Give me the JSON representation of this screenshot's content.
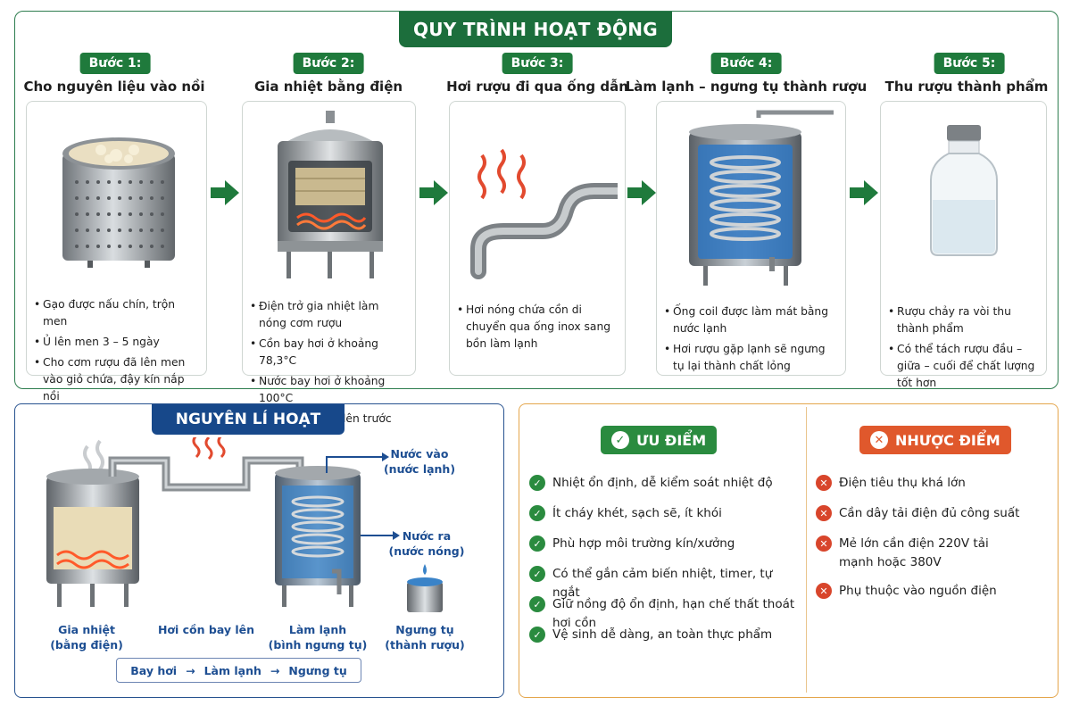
{
  "process": {
    "title": "QUY TRÌNH HOẠT ĐỘNG",
    "steps": [
      {
        "badge": "Bước 1:",
        "title": "Cho nguyên liệu vào nồi",
        "bullets": [
          "Gạo được nấu chín, trộn men",
          "Ủ lên men 3 – 5 ngày",
          "Cho cơm rượu đã lên men vào giỏ chứa, đậy kín nắp nồi"
        ]
      },
      {
        "badge": "Bước 2:",
        "title": "Gia nhiệt bằng điện",
        "bullets": [
          "Điện trở gia nhiệt làm nóng cơm rượu",
          "Cồn bay hơi ở khoảng 78,3°C",
          "Nước bay hơi ở khoảng 100°C",
          "Hơi cồn sẽ bốc lên trước"
        ]
      },
      {
        "badge": "Bước 3:",
        "title": "Hơi rượu đi qua ống dẫn",
        "bullets": [
          "Hơi nóng chứa cồn di chuyển qua ống inox sang bồn làm lạnh"
        ]
      },
      {
        "badge": "Bước 4:",
        "title": "Làm lạnh – ngưng tụ thành rượu",
        "bullets": [
          "Ống coil được làm mát bằng nước lạnh",
          "Hơi rượu gặp lạnh sẽ ngưng tụ lại thành chất lỏng"
        ]
      },
      {
        "badge": "Bước 5:",
        "title": "Thu rượu thành phẩm",
        "bullets": [
          "Rượu chảy ra vòi thu thành phẩm",
          "Có thể tách rượu đầu – giữa – cuối để chất lượng tốt hơn"
        ]
      }
    ]
  },
  "principle": {
    "title": "NGUYÊN LÍ HOẠT ĐỘNG",
    "labels": {
      "heating": "Gia nhiệt\n(bằng điện)",
      "vapor": "Hơi cồn bay lên",
      "cooling": "Làm lạnh\n(bình ngưng tụ)",
      "condense": "Ngưng tụ\n(thành rượu)",
      "water_in": "Nước vào\n(nước lạnh)",
      "water_out": "Nước ra\n(nước nóng)"
    },
    "flow": [
      "Bay hơi",
      "Làm lạnh",
      "Ngưng tụ"
    ],
    "flow_arrow": "→"
  },
  "pros": {
    "title": "ƯU ĐIỂM",
    "items": [
      "Nhiệt ổn định, dễ kiểm soát nhiệt độ",
      "Ít cháy khét, sạch sẽ, ít khói",
      "Phù hợp môi trường kín/xưởng",
      "Có thể gắn cảm biến nhiệt, timer, tự ngắt",
      "Giữ nồng độ ổn định, hạn chế thất thoát hơi cồn",
      "Vệ sinh dễ dàng, an toàn thực phẩm"
    ]
  },
  "cons": {
    "title": "NHƯỢC ĐIỂM",
    "items": [
      "Điện tiêu thụ khá lớn",
      "Cần dây tải điện đủ công suất",
      "Mẻ lớn cần điện 220V tải mạnh hoặc 380V",
      "Phụ thuộc vào nguồn điện"
    ]
  },
  "icons": {
    "check": "✓",
    "cross": "✕"
  },
  "colors": {
    "green": "#1f7a3c",
    "blue": "#17488a",
    "orange": "#e0582c",
    "amber": "#e4a64c"
  }
}
